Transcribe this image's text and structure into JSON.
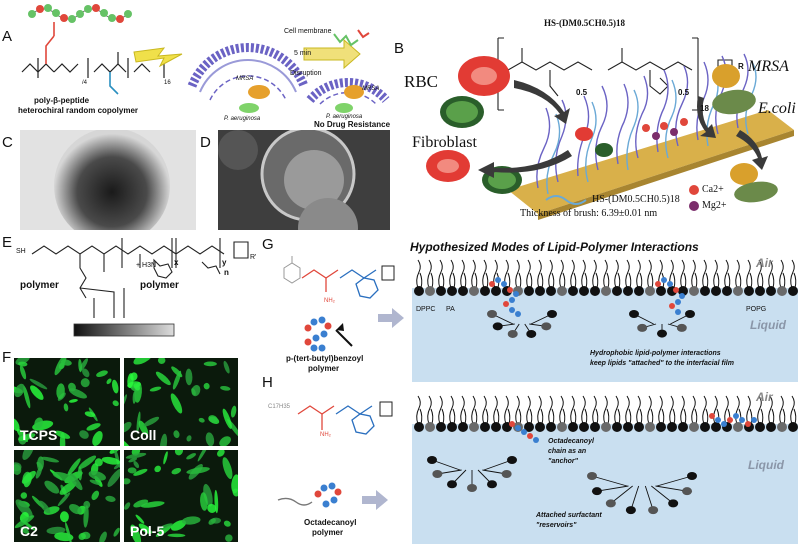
{
  "labels": {
    "a": "A",
    "b": "B",
    "c": "C",
    "d": "D",
    "e": "E",
    "f": "F",
    "g": "G",
    "h": "H"
  },
  "panel_a": {
    "polymer_name_line1": "poly-β-peptide",
    "polymer_name_line2": "heterochiral random copolymer",
    "subscript_left": "/4",
    "subscript_right": "16",
    "arrow_text_1": "Cell membrane",
    "arrow_text_2": "5 min",
    "arrow_text_3": "Disruption",
    "mrsa": "MRSA",
    "pa": "P. aeruginosa",
    "result": "No Drug Resistance"
  },
  "panel_b": {
    "formula": "HS-(DM0.5CH0.5)18",
    "unit_left": "0.5",
    "unit_right": "0.5",
    "n": "18",
    "r": "R",
    "rbc": "RBC",
    "fibroblast": "Fibroblast",
    "mrsa": "MRSA",
    "ecoli": "E.coli",
    "legend_brush": "HS-(DM0.5CH0.5)18",
    "legend_ca": "Ca2+",
    "legend_mg": "Mg2+",
    "thickness": "Thickness of brush: 6.39±0.01 nm"
  },
  "panel_e": {
    "sh": "SH",
    "x": "x",
    "y": "y",
    "n": "n",
    "h3n": "+ H3N",
    "r": "R'",
    "polymer_left": "polymer",
    "polymer_right": "polymer"
  },
  "panel_f": {
    "cells": [
      "TCPS",
      "Coll",
      "C2",
      "Pol-5"
    ]
  },
  "panel_g": {
    "title": "Hypothesized Modes of Lipid-Polymer Interactions",
    "air": "Air",
    "liquid": "Liquid",
    "dppc": "DPPC",
    "pa": "PA",
    "popg": "POPG",
    "note_line1": "Hydrophobic lipid-polymer interactions",
    "note_line2": "keep lipids \"attached\" to the interfacial film",
    "polymer_line1": "p-(tert-butyl)benzoyl",
    "polymer_line2": "polymer"
  },
  "panel_h": {
    "air": "Air",
    "liquid": "Liquid",
    "anchor_line1": "Octadecanoyl",
    "anchor_line2": "chain as an",
    "anchor_line3": "\"anchor\"",
    "reservoir_line1": "Attached surfactant",
    "reservoir_line2": "\"reservoirs\"",
    "polymer_line1": "Octadecanoyl",
    "polymer_line2": "polymer",
    "c17": "C17H35"
  }
}
